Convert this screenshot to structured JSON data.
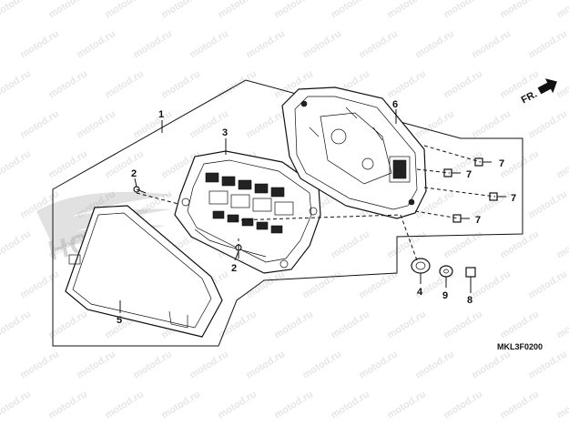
{
  "watermark": {
    "text": "motod.ru"
  },
  "brand": {
    "logo_text": "HONDA"
  },
  "direction": {
    "label": "FR."
  },
  "diagram_code": "MKL3F0200",
  "callouts": {
    "c1": "1",
    "c2a": "2",
    "c2b": "2",
    "c3": "3",
    "c4": "4",
    "c5": "5",
    "c6": "6",
    "c7a": "7",
    "c7b": "7",
    "c7c": "7",
    "c7d": "7",
    "c8": "8",
    "c9": "9"
  }
}
